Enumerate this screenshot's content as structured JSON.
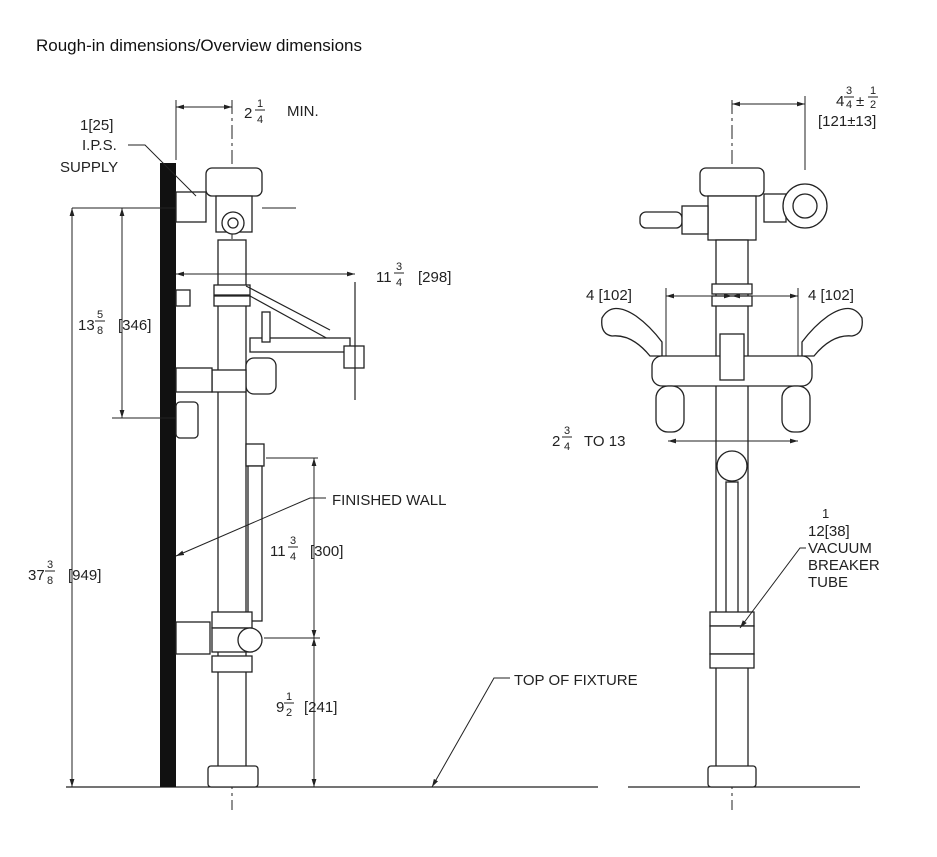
{
  "title": "Rough-in dimensions/Overview dimensions",
  "side_view": {
    "dim_top": {
      "whole": "2",
      "num": "1",
      "den": "4",
      "suffix": "MIN."
    },
    "supply": {
      "line1": "1[25]",
      "line2": "I.P.S.",
      "line3": "SUPPLY"
    },
    "dim_handle": {
      "whole": "11",
      "num": "3",
      "den": "4",
      "metric": "[298]"
    },
    "dim_height_small": {
      "whole": "13",
      "num": "5",
      "den": "8",
      "metric": "[346]"
    },
    "dim_total": {
      "whole": "37",
      "num": "3",
      "den": "8",
      "metric": "[949]"
    },
    "finished_wall": "FINISHED WALL",
    "dim_breaker": {
      "whole": "11",
      "num": "3",
      "den": "4",
      "metric": "[300]"
    },
    "dim_bottom": {
      "whole": "9",
      "num": "1",
      "den": "2",
      "metric": "[241]"
    },
    "top_of_fixture": "TOP OF FIXTURE"
  },
  "front_view": {
    "dim_offset": {
      "whole": "4",
      "num": "3",
      "den": "4",
      "tol_num": "1",
      "tol_den": "2",
      "metric": "[121±13]"
    },
    "dim_left": "4 [102]",
    "dim_right": "4 [102]",
    "dim_spread": {
      "whole": "2",
      "num": "3",
      "den": "4",
      "rest": "TO 13"
    },
    "vacuum": {
      "frac_num": "1",
      "line1": "12[38]",
      "line2": "VACUUM",
      "line3": "BREAKER",
      "line4": "TUBE"
    }
  }
}
